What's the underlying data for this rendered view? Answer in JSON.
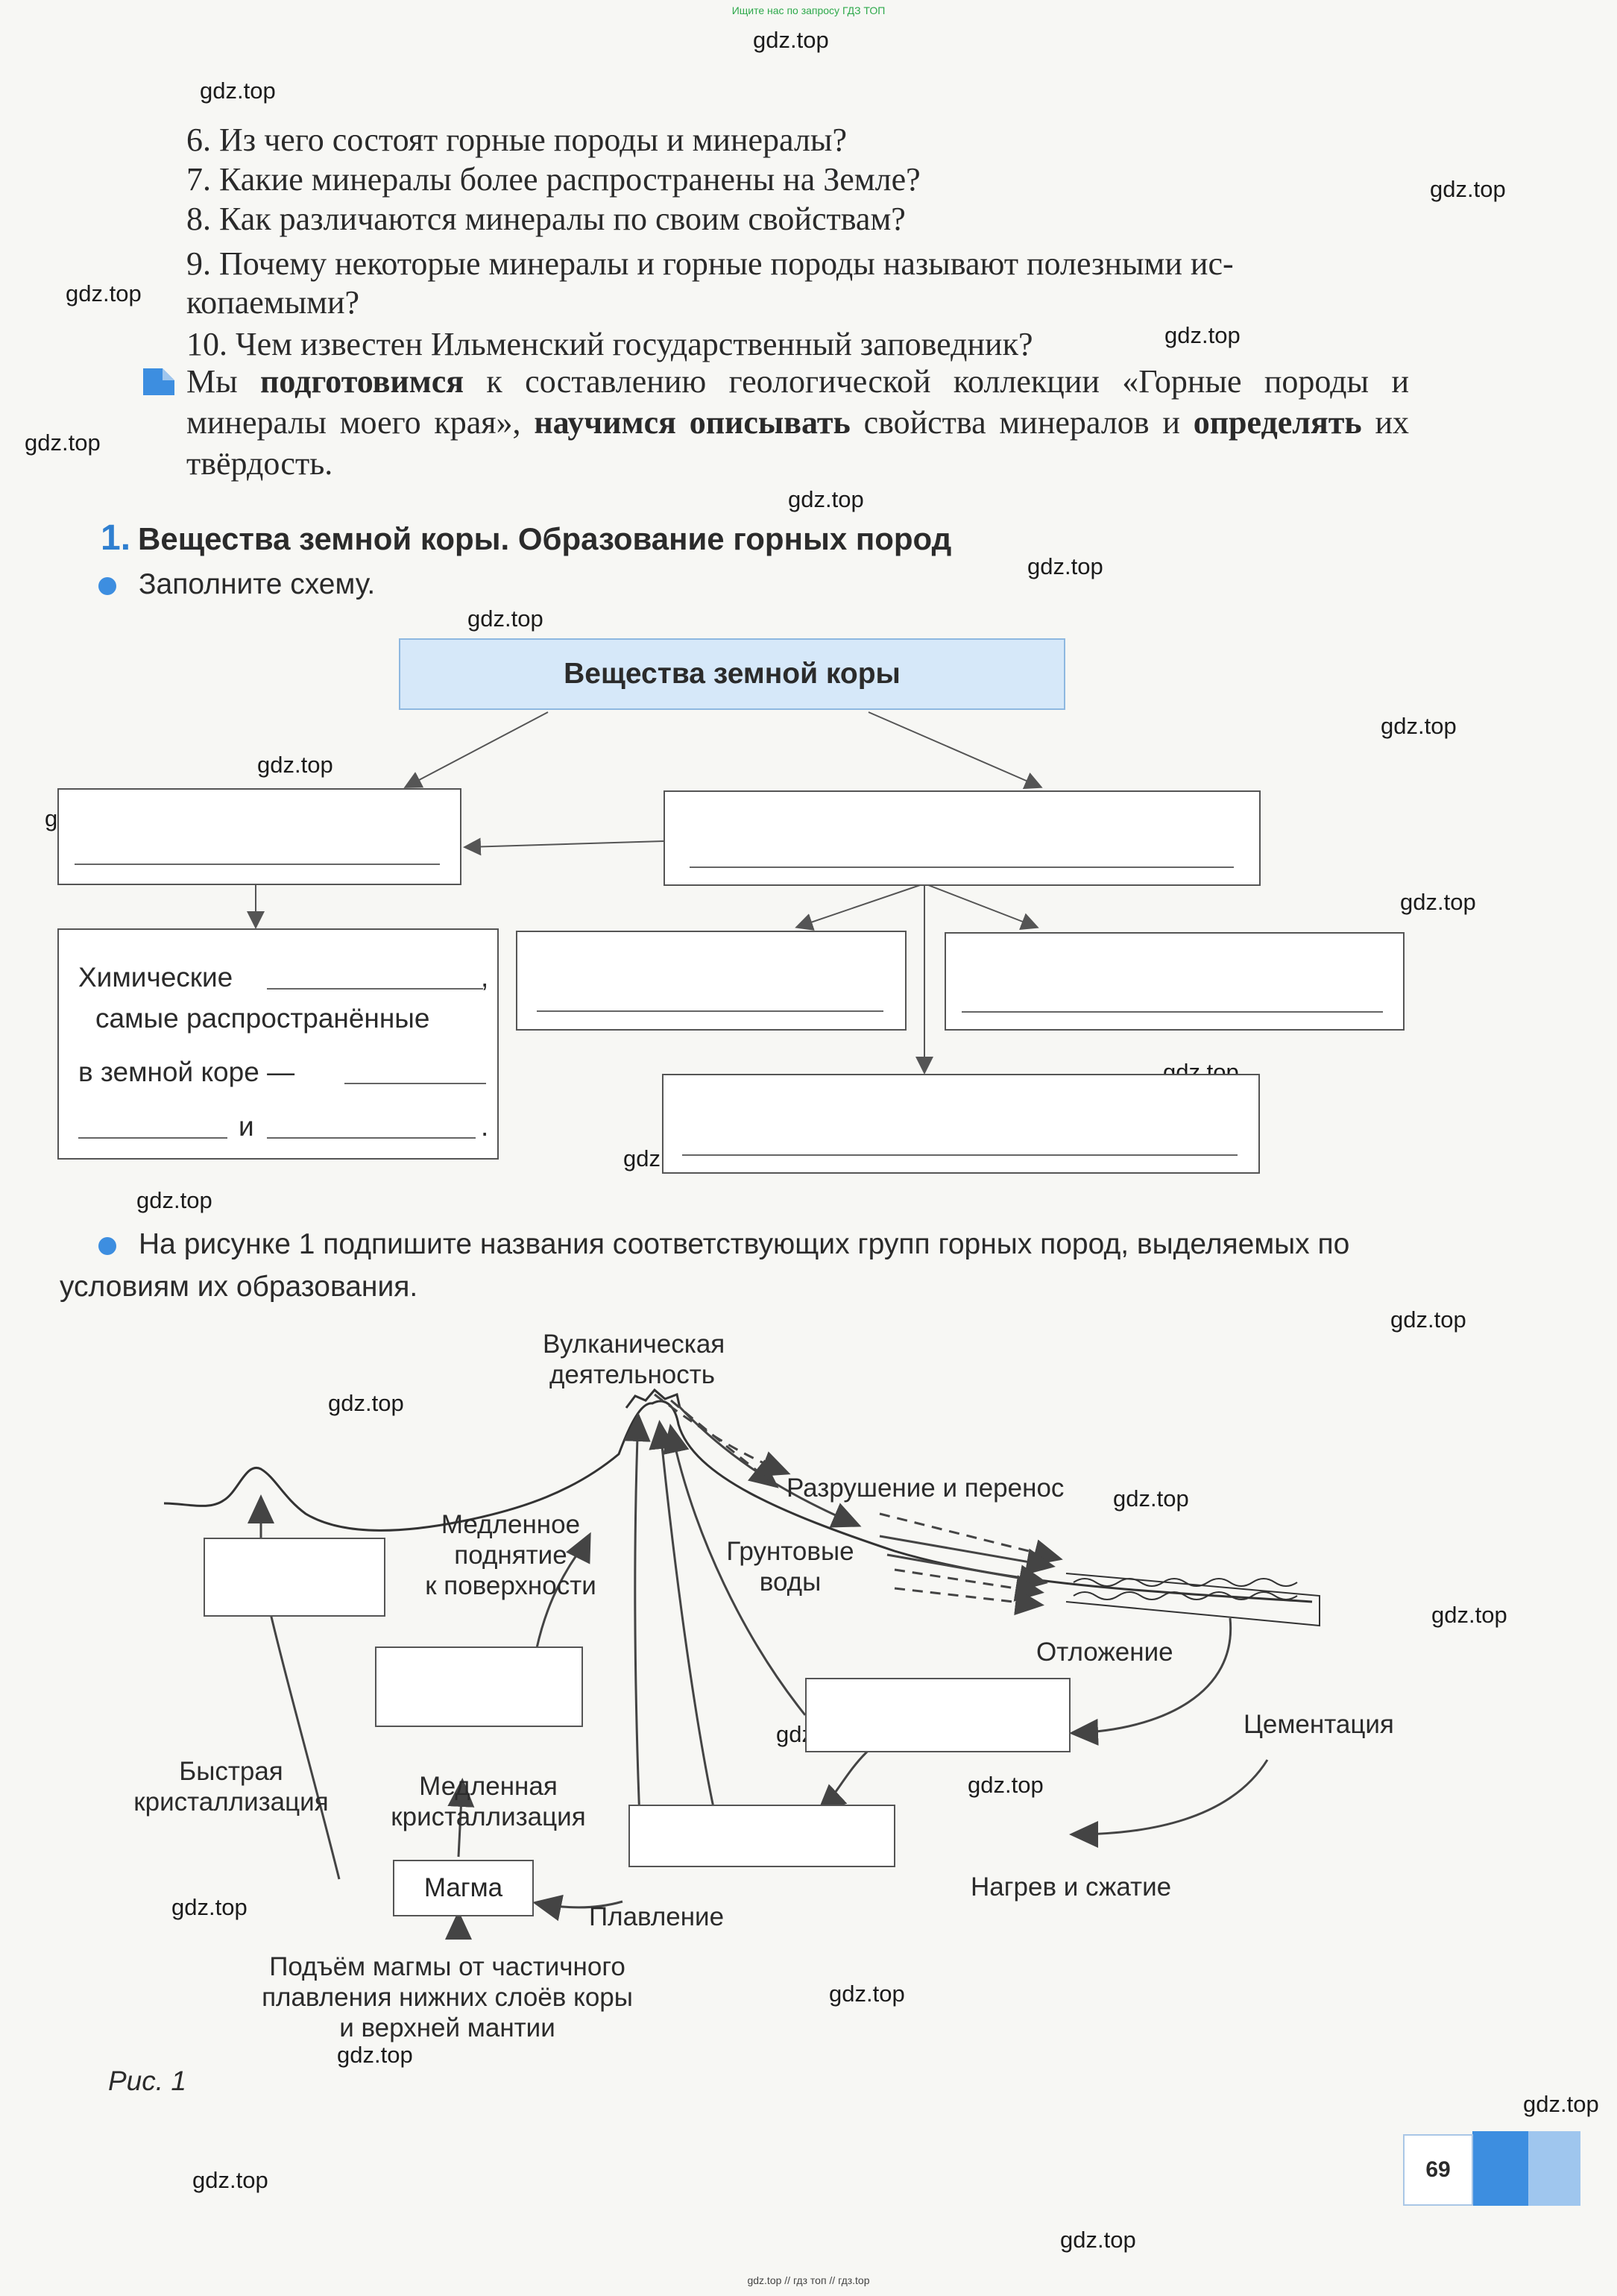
{
  "header_note": "Ищите нас по запросу ГДЗ ТОП",
  "footer_note": "gdz.top // гдз топ // гдз.top",
  "watermark": "gdz.top",
  "questions": [
    "6. Из чего состоят горные породы и минералы?",
    "7. Какие минералы более распространены на Земле?",
    "8. Как различаются минералы по своим свойствам?",
    "9. Почему некоторые минералы и горные породы называют полезными ис-",
    "копаемыми?",
    "10. Чем известен Ильменский государственный заповедник?"
  ],
  "intro": {
    "t1": "Мы ",
    "b1": "подготовимся",
    "t2": " к составлению геологической коллекции «Горные породы и минералы моего края», ",
    "b2": "научимся описывать",
    "t3": " свойства минералов и ",
    "b3": "определять",
    "t4": " их твёрдость."
  },
  "section": {
    "number": "1.",
    "title": "Вещества земной коры. Образование горных пород"
  },
  "task1": "Заполните схему.",
  "schema": {
    "title": "Вещества земной коры",
    "chem_lines": [
      "Химические",
      "самые распространённые",
      "в земной коре —",
      "и"
    ],
    "comma": ",",
    "dash_period": "."
  },
  "task2": "На рисунке 1 подпишите названия соответствующих групп горных пород, выделяемых по условиям их образования.",
  "figure": {
    "volcanic": [
      "Вулканическая",
      "деятельность"
    ],
    "destruction": "Разрушение и перенос",
    "slow_rise": [
      "Медленное",
      "поднятие",
      "к поверхности"
    ],
    "groundwater": [
      "Грунтовые",
      "воды"
    ],
    "deposition": "Отложение",
    "cementation": "Цементация",
    "fast_cryst": [
      "Быстрая",
      "кристаллизация"
    ],
    "slow_cryst": [
      "Медленная",
      "кристаллизация"
    ],
    "magma": "Магма",
    "heat_pressure": "Нагрев и сжатие",
    "melting": "Плавление",
    "rise": [
      "Подъём магмы от частичного",
      "плавления нижних слоёв коры",
      "и верхней мантии"
    ],
    "caption": "Рис. 1"
  },
  "page_number": "69"
}
